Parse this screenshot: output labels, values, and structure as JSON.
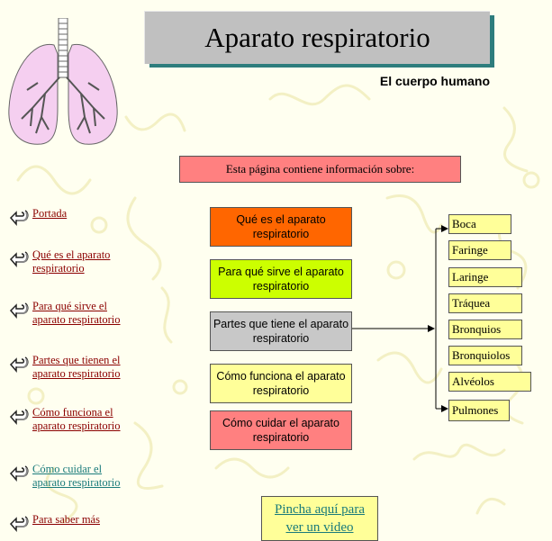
{
  "header": {
    "title": "Aparato respiratorio",
    "subtitle": "El cuerpo humano"
  },
  "info": "Esta página contiene información sobre:",
  "nav": [
    {
      "line1": "Portada",
      "line2": ""
    },
    {
      "line1": "Qué es el aparato",
      "line2": "respiratorio"
    },
    {
      "line1": "Para qué sirve el",
      "line2": "aparato respiratorio"
    },
    {
      "line1": "Partes que tienen el",
      "line2": "aparato respiratorio"
    },
    {
      "line1": "Cómo funciona el",
      "line2": "aparato respiratorio"
    },
    {
      "line1": "Cómo cuidar el",
      "line2": "aparato respiratorio"
    },
    {
      "line1": "Para saber más",
      "line2": ""
    }
  ],
  "topics": [
    {
      "line1": "Qué es el aparato",
      "line2": "respiratorio",
      "color": "#ff6600"
    },
    {
      "line1": "Para qué sirve el aparato",
      "line2": "respiratorio",
      "color": "#ccff00"
    },
    {
      "line1": "Partes que tiene el aparato",
      "line2": "respiratorio",
      "color": "#c8c8c8"
    },
    {
      "line1": "Cómo funciona el aparato",
      "line2": "respiratorio",
      "color": "#ffff99"
    },
    {
      "line1": "Cómo cuidar el aparato",
      "line2": "respiratorio",
      "color": "#ff8080"
    }
  ],
  "parts": [
    "Boca",
    "Faringe",
    "Laringe",
    "Tráquea",
    "Bronquios",
    "Bronquiolos",
    "Alvéolos",
    "Pulmones"
  ],
  "video": {
    "line1": "Pincha aquí para",
    "line2": "ver un video"
  },
  "colors": {
    "background": "#fffff0",
    "title_box": "#c0c0c0",
    "link": "#8b0000",
    "visited_link": "#1a7b7b"
  }
}
